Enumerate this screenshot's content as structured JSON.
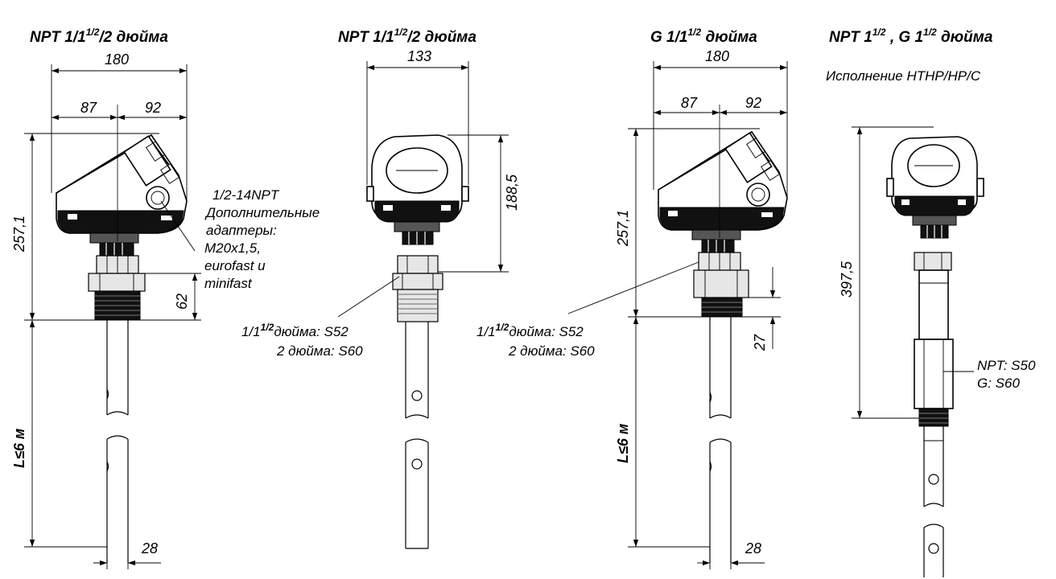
{
  "diagram": {
    "titles": {
      "t1": {
        "main": "NPT 1/1",
        "sup": "1/2",
        "tail": "/2 дюйма"
      },
      "t2": {
        "main": "NPT 1/1",
        "sup": "1/2",
        "tail": "/2 дюйма"
      },
      "t3": {
        "main": "G 1/1",
        "sup": "1/2",
        "tail": " дюйма"
      },
      "t4": {
        "a": "NPT 1",
        "sup1": "1/2",
        "b": " , G 1",
        "sup2": "1/2",
        "c": " дюйма"
      }
    },
    "dimensions": {
      "d180_left": "180",
      "d87_left": "87",
      "d92_left": "92",
      "d257_left": "257,1",
      "d62": "62",
      "dL_left": "L≤6 м",
      "d28_left": "28",
      "d133": "133",
      "d188": "188,5",
      "d180_right": "180",
      "d87_right": "87",
      "d92_right": "92",
      "d257_right": "257,1",
      "d27": "27",
      "dL_right": "L≤6 м",
      "d28_right": "28",
      "d397": "397,5"
    },
    "notes": {
      "adapter": [
        "1/2-14NPT",
        "Дополнительные",
        "адаптеры:",
        "M20x1,5,",
        "eurofast и",
        "minifast"
      ],
      "s52_a": {
        "pre": "1/1",
        "sup": "1/2",
        "post": "дюйма: S52"
      },
      "s60_a": "2 дюйма: S60",
      "s52_b": {
        "pre": "1/1",
        "sup": "1/2",
        "post": "дюйма: S52"
      },
      "s60_b": "2 дюйма: S60",
      "variant": "Исполнение HTHP/HP/C",
      "npt_s50": "NPT: S50",
      "g_s60": "G: S60"
    }
  }
}
